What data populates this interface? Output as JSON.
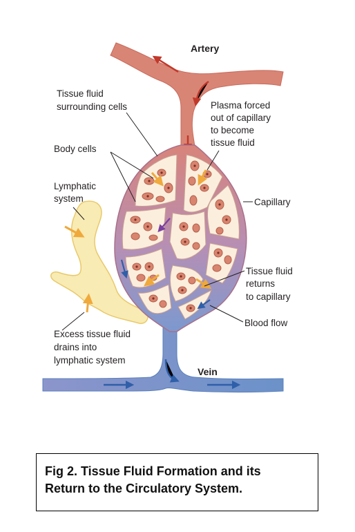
{
  "labels": {
    "artery": "Artery",
    "vein": "Vein",
    "tissue_fluid_surrounding": [
      "Tissue fluid",
      "surrounding cells"
    ],
    "plasma_forced": [
      "Plasma forced",
      "out of capillary",
      "to become",
      "tissue fluid"
    ],
    "body_cells": "Body cells",
    "lymphatic_system": [
      "Lymphatic",
      "system"
    ],
    "capillary": "Capillary",
    "tissue_fluid_returns": [
      "Tissue fluid",
      "returns",
      "to capillary"
    ],
    "blood_flow": "Blood flow",
    "excess_fluid": [
      "Excess tissue fluid",
      "drains into",
      "lymphatic system"
    ]
  },
  "caption": {
    "line1": "Fig 2. Tissue Fluid Formation and its",
    "line2": "Return to the Circulatory System."
  },
  "colors": {
    "artery": "#d77b6c",
    "vein": "#6b92c9",
    "lymph": "#f7e9b0",
    "tissue": "#fbeedd",
    "cell": "#d9846f"
  }
}
